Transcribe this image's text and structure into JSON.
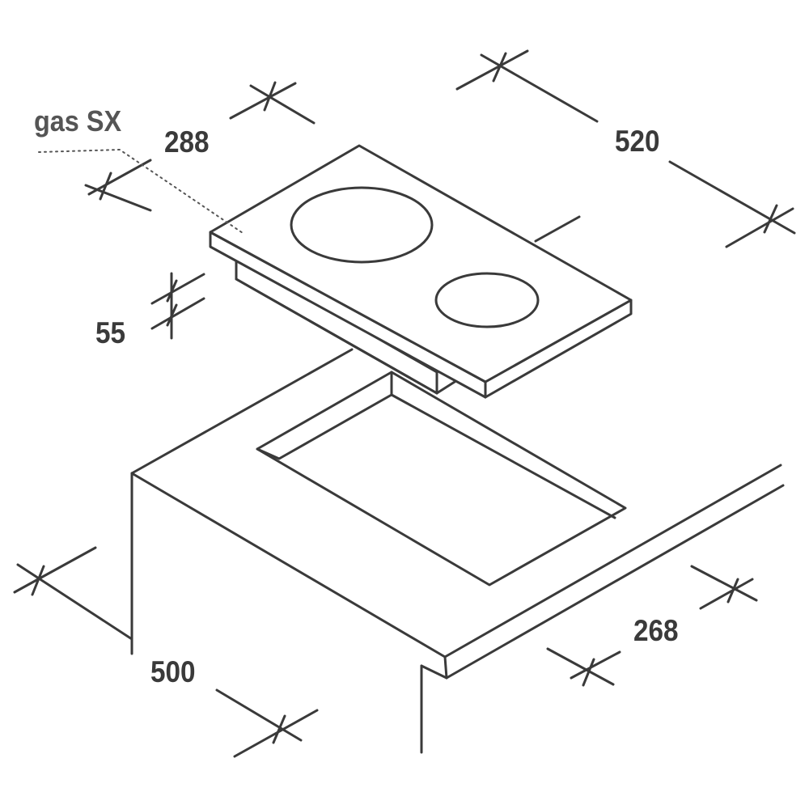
{
  "diagram": {
    "model_label": "gas SX",
    "dimensions": {
      "hob_depth": "288",
      "hob_width": "520",
      "hob_height": "55",
      "cutout_width": "500",
      "cutout_depth": "268"
    },
    "colors": {
      "line": "#3a3a3a",
      "background": "#ffffff"
    }
  }
}
